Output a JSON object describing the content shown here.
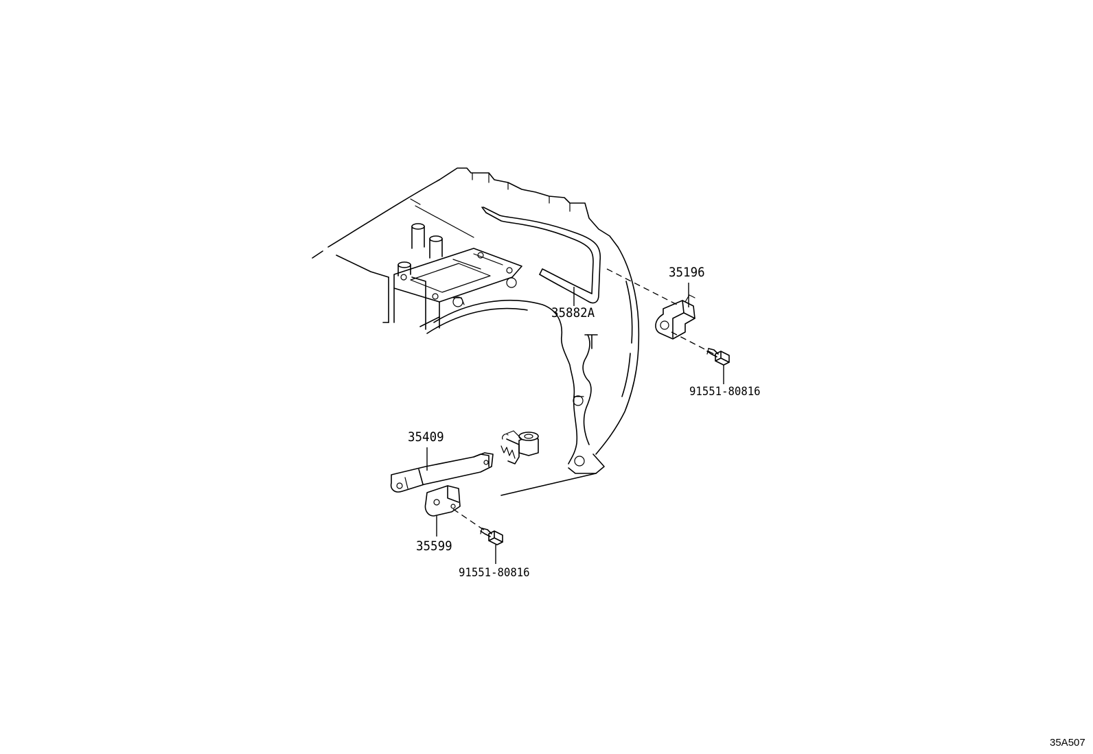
{
  "diagram": {
    "drawing_code": "35A507",
    "parts": [
      {
        "id": "p-35196",
        "number": "35196"
      },
      {
        "id": "p-35882a",
        "number": "35882A"
      },
      {
        "id": "p-bolt-upper",
        "number": "91551-80816"
      },
      {
        "id": "p-35409",
        "number": "35409"
      },
      {
        "id": "p-35599",
        "number": "35599"
      },
      {
        "id": "p-bolt-lower",
        "number": "91551-80816"
      }
    ]
  }
}
